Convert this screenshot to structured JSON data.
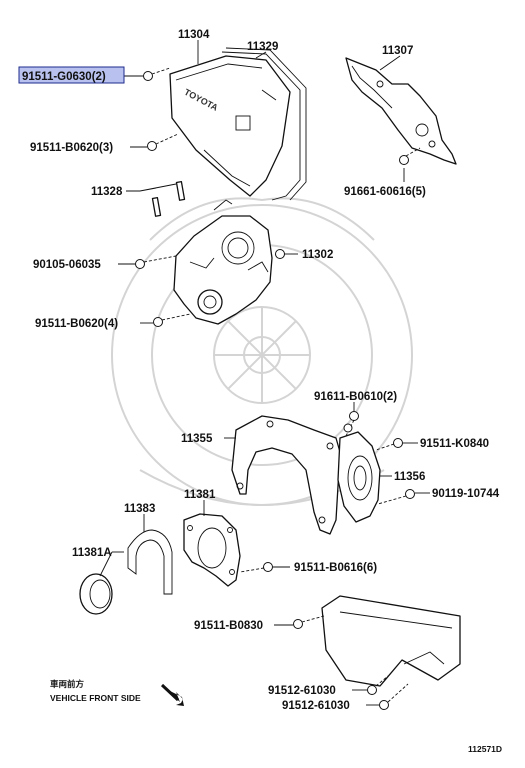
{
  "callouts": {
    "p11304": "11304",
    "p11329": "11329",
    "p11307": "11307",
    "p91511_g0630": "91511-G0630(2)",
    "p91511_b0620_3": "91511-B0620(3)",
    "p91661_60616": "91661-60616(5)",
    "p11328": "11328",
    "p90105_06035": "90105-06035",
    "p11302": "11302",
    "p91511_b0620_4": "91511-B0620(4)",
    "p91611_b0610": "91611-B0610(2)",
    "p11355": "11355",
    "p91511_k0840": "91511-K0840",
    "p11356": "11356",
    "p90119_10744": "90119-10744",
    "p11383": "11383",
    "p11381": "11381",
    "p11381a": "11381A",
    "p91511_b0616": "91511-B0616(6)",
    "p91511_b0830": "91511-B0830",
    "p91512_61030_a": "91512-61030",
    "p91512_61030_b": "91512-61030"
  },
  "direction": {
    "japanese": "車両前方",
    "english": "VEHICLE FRONT SIDE"
  },
  "figure_id": "112571D",
  "cover_marking": "TOYOTA",
  "highlighted_part": "91511-G0630(2)",
  "highlight_color": "#b9c2ee"
}
